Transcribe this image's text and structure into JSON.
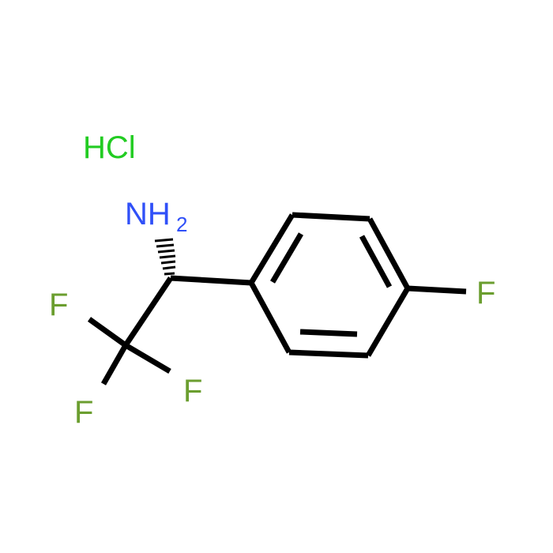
{
  "salt": {
    "text": "HCl",
    "color": "#22cc22"
  },
  "atoms": {
    "amine": {
      "text": "NH",
      "subscript": "2",
      "color": "#3050f8"
    },
    "fluorine_cf3_top": {
      "text": "F",
      "color": "#6b9e2f"
    },
    "fluorine_cf3_right": {
      "text": "F",
      "color": "#6b9e2f"
    },
    "fluorine_cf3_bottom": {
      "text": "F",
      "color": "#6b9e2f"
    },
    "fluorine_aryl": {
      "text": "F",
      "color": "#6b9e2f"
    }
  },
  "bond_color": "#000000"
}
